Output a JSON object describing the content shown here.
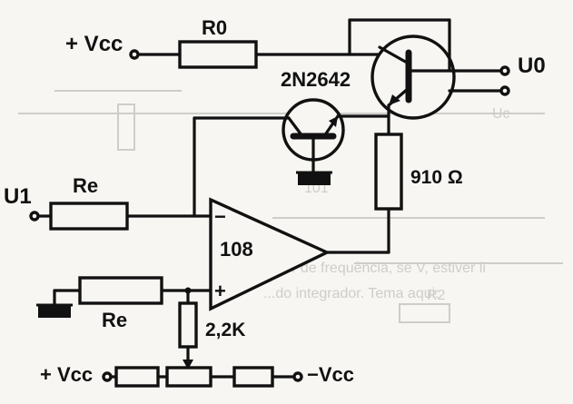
{
  "labels": {
    "vcc_top": "+ Vcc",
    "r0": "R0",
    "transistor_model": "2N2642",
    "output": "U0",
    "resistor_910": "910 Ω",
    "input": "U1",
    "re_input": "Re",
    "opamp": "108",
    "minus_sign": "−",
    "plus_sign": "+",
    "re_ground": "Re",
    "pot_22k": "2,2K",
    "vcc_bottom_pos": "+ Vcc",
    "vcc_bottom_neg": "−Vcc"
  },
  "background_text": {
    "uc": "Uc",
    "res_label": "R2",
    "line_1": "...dor de frequência, se V, estiver li",
    "line_2": "...do integrador. Tema aqui:",
    "ref_101": "101"
  }
}
